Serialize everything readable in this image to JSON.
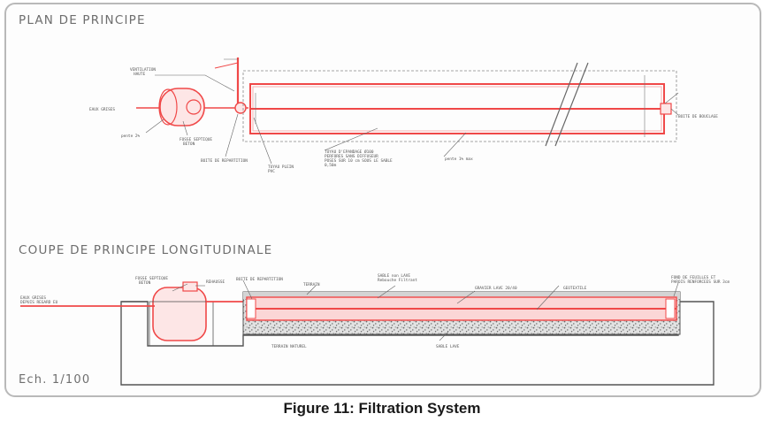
{
  "plan": {
    "title": "PLAN DE PRINCIPE",
    "labels": {
      "ventilation": [
        "VENTILATION",
        "HAUTE"
      ],
      "eaux_grises": "EAUX GRISES",
      "pente": "pente 2%",
      "fosse": [
        "FOSSE SEPTIQUE",
        "BETON"
      ],
      "regard": "BOITE DE REPARTITION",
      "tuyau_plein": [
        "TUYAU PLEIN",
        "PVC"
      ],
      "tuyaux_epandage": [
        "TUYAU D'EPANDAGE Ø100",
        "PERFORES SANS DIFFUSEUR",
        "POSES SUR 10 cm SOUS LE SABLE",
        "0,50m"
      ],
      "pente_fin": "pente 1% max",
      "bouclage": "BOITE DE BOUCLAGE"
    }
  },
  "coupe": {
    "title": "COUPE DE PRINCIPE LONGITUDINALE",
    "labels": {
      "eaux_grises": [
        "EAUX GRISES",
        "DEPUIS REGARD EU"
      ],
      "fosse": [
        "FOSSE SEPTIQUE",
        "BETON"
      ],
      "rehausse": "REHAUSSE",
      "regard": "BOITE DE REPARTITION",
      "terrain": "TERRAIN",
      "sable": [
        "SABLE non LAVE",
        "Rebouche Filtrant"
      ],
      "gravier": "GRAVIER LAVE 20/40",
      "geotextile": "GEOTEXTILE",
      "feuilles": [
        "FOND DE FEUILLES ET",
        "PAROIS RENFORCEES SUR 3cm"
      ],
      "terrain_naturel": "TERRAIN NATUREL",
      "sable_lave": "SABLE LAVE",
      "echelle": "Ech. 1/100"
    }
  },
  "caption": "Figure 11: Filtration System",
  "colors": {
    "pipe": "#f04848",
    "pipe_fill": "#fbd6d6",
    "line": "#555555",
    "hatch": "#777777",
    "caption": "#1a1a1a"
  }
}
